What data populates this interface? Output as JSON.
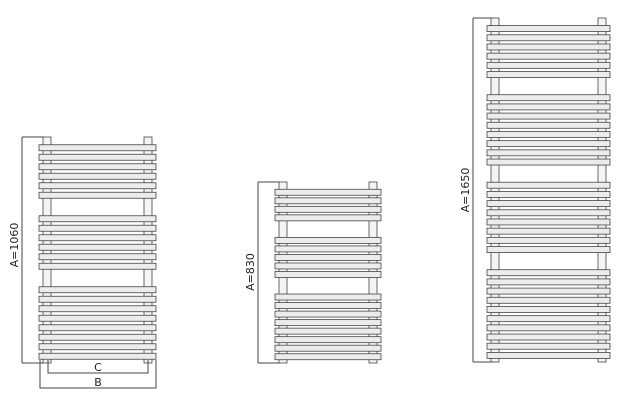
{
  "radiators": [
    {
      "id": "small",
      "label": "A=1060",
      "groups": [
        6,
        6,
        8
      ],
      "show_width_dims": true
    },
    {
      "id": "medium",
      "label": "A=830",
      "groups": [
        4,
        5,
        8
      ],
      "show_width_dims": false
    },
    {
      "id": "large",
      "label": "A=1650",
      "groups": [
        6,
        8,
        8,
        10
      ],
      "show_width_dims": false
    }
  ],
  "width_labels": {
    "inner": "C",
    "outer": "B"
  },
  "colors": {
    "stroke": "#444444",
    "bar_fill": "#ececec",
    "post_fill": "#f4f4f4"
  }
}
